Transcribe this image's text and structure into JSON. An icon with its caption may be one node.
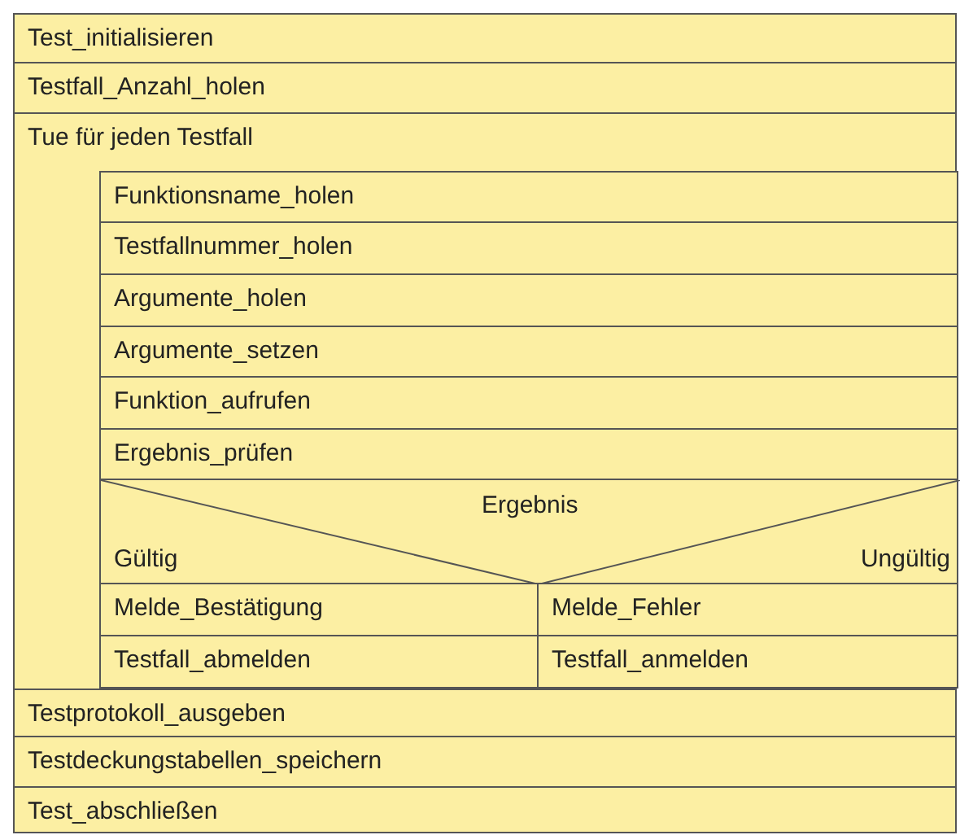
{
  "diagram": {
    "nodes": [
      {
        "text": [
          "Test_initialisieren"
        ]
      },
      {
        "text": [
          "Testfall_Anzahl_holen"
        ]
      },
      {
        "text": [
          "Tue für jeden Testfall"
        ]
      },
      {
        "text": [
          "Funktionsname_holen"
        ],
        "in": 2
      },
      {
        "text": [
          "Testfallnummer_holen"
        ],
        "in": 2
      },
      {
        "text": [
          "Argumente_holen"
        ],
        "in": 2
      },
      {
        "text": [
          "Argumente_setzen"
        ],
        "in": 2
      },
      {
        "text": [
          "Funktion_aufrufen"
        ],
        "in": 2
      },
      {
        "text": [
          "Ergebnis_prüfen"
        ],
        "in": 2
      },
      {
        "text": [
          "Ergebnis",
          "Gültig",
          "Ungültig"
        ],
        "in": 2
      },
      {
        "text": [
          "Melde_Bestätigung"
        ],
        "in": 2
      },
      {
        "text": [
          "Melde_Fehler"
        ],
        "in": 2
      },
      {
        "text": [
          "Testfall_abmelden"
        ],
        "in": 2
      },
      {
        "text": [
          "Testfall_anmelden"
        ],
        "in": 2
      },
      {
        "text": [
          "Testprotokoll_ausgeben"
        ]
      },
      {
        "text": [
          "Testdeckungstabellen_speichern"
        ]
      },
      {
        "text": [
          "Test_abschließen"
        ]
      }
    ]
  }
}
